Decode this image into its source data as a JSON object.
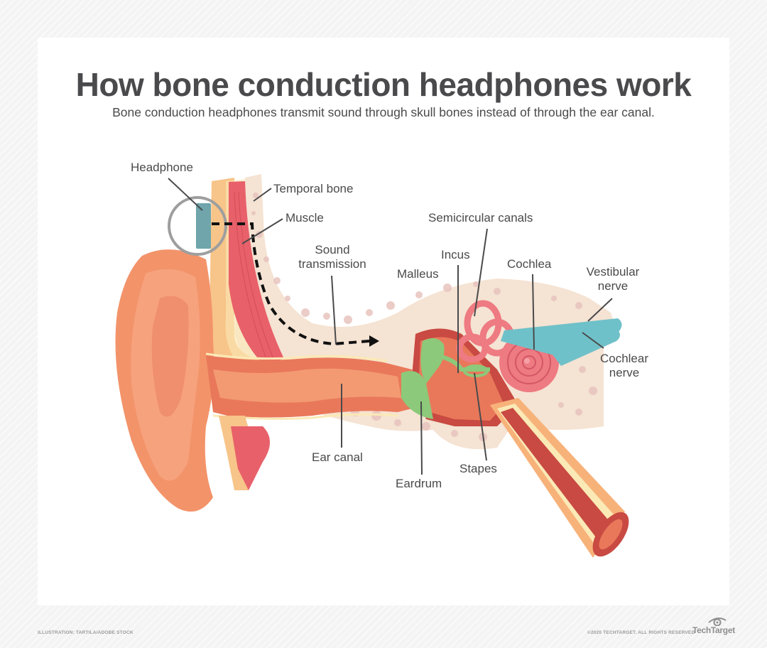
{
  "header": {
    "title": "How bone conduction headphones work",
    "subtitle": "Bone conduction headphones transmit sound through skull bones instead of through the ear canal."
  },
  "labels": {
    "headphone": "Headphone",
    "temporal_bone": "Temporal bone",
    "muscle": "Muscle",
    "sound_transmission_line1": "Sound",
    "sound_transmission_line2": "transmission",
    "semicircular_canals": "Semicircular canals",
    "incus": "Incus",
    "malleus": "Malleus",
    "cochlea": "Cochlea",
    "vestibular_nerve_line1": "Vestibular",
    "vestibular_nerve_line2": "nerve",
    "cochlear_nerve_line1": "Cochlear",
    "cochlear_nerve_line2": "nerve",
    "ear_canal": "Ear canal",
    "eardrum": "Eardrum",
    "stapes": "Stapes"
  },
  "footer": {
    "credit": "ILLUSTRATION: TARTILA/ADOBE STOCK",
    "copyright": "©2020 TECHTARGET. ALL RIGHTS RESERVED",
    "brand": "TechTarget",
    "brand_icon": "eye-icon"
  },
  "colors": {
    "text": "#4a4a4c",
    "bone": "#f5e3d3",
    "bone_pores": "#e8c4be",
    "skin": "#f3936a",
    "muscle": "#e8606a",
    "headphone": "#6fa5ab",
    "ossicles": "#8cc97a",
    "inner_ear": "#ee7a82",
    "nerve": "#6fc1c9",
    "highlight_circle": "#9e9e9e"
  }
}
